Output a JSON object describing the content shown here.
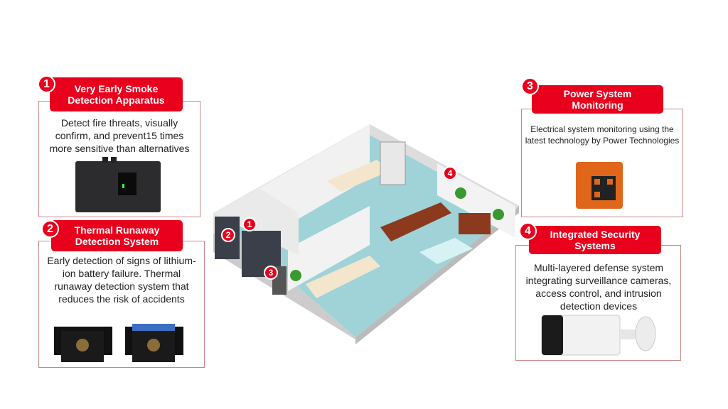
{
  "panels": [
    {
      "number": "1",
      "title_line1": "Very Early Smoke",
      "title_line2": "Detection Apparatus",
      "description": "Detect fire threats, visually confirm, and prevent15 times more sensitive than alternatives",
      "image": "smoke-detector-device"
    },
    {
      "number": "2",
      "title_line1": "Thermal Runaway",
      "title_line2": "Detection System",
      "description": "Early detection of signs of lithium-ion battery failure. Thermal runaway detection system that reduces the risk of accidents",
      "image": "battery-sensor-devices"
    },
    {
      "number": "3",
      "title_line1": "Power System",
      "title_line2": "Monitoring",
      "description": "Electrical system monitoring using the latest technology by Power Technologies",
      "image": "power-monitor-device"
    },
    {
      "number": "4",
      "title_line1": "Integrated Security",
      "title_line2": "Systems",
      "description": "Multi-layered defense system integrating surveillance cameras, access control, and intrusion detection devices",
      "image": "security-camera"
    }
  ],
  "markers": [
    "1",
    "2",
    "3",
    "4"
  ],
  "colors": {
    "accent": "#e8001c",
    "border": "#c9868a",
    "floor": "#9fd3d8",
    "wall": "#efeeee"
  }
}
